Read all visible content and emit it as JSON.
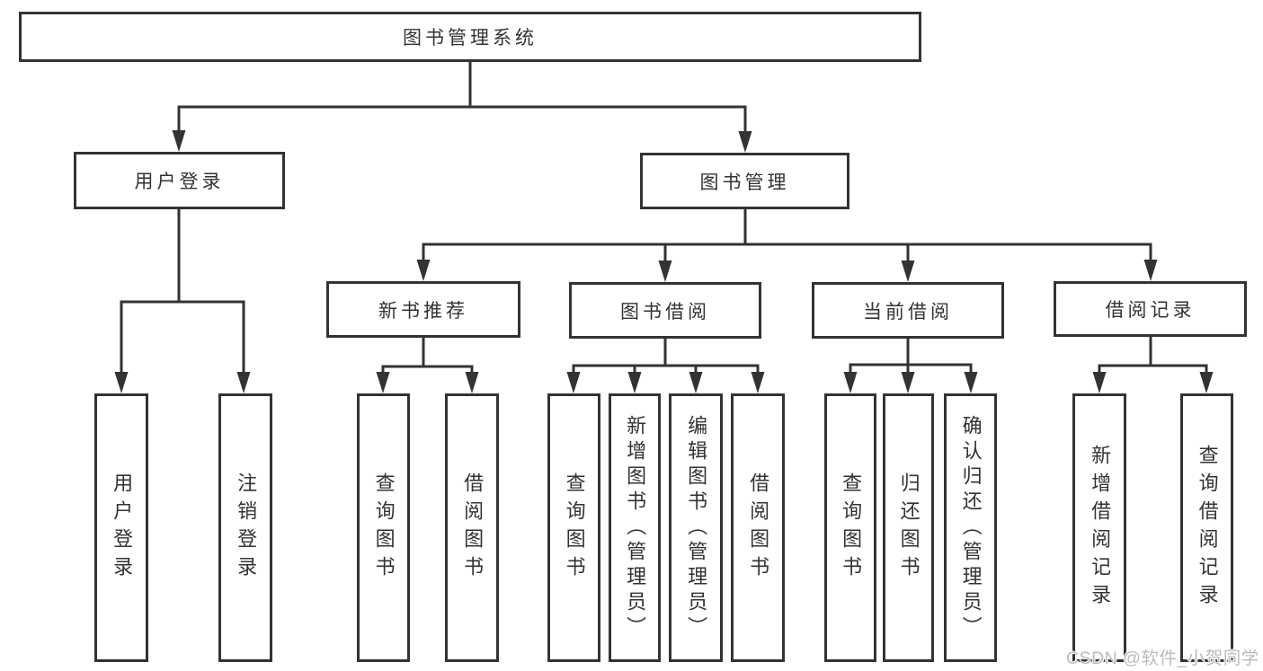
{
  "diagram_type": "hierarchy-tree",
  "colors": {
    "background": "#ffffff",
    "line": "#333333",
    "node_border": "#333333",
    "node_background": "#ffffff",
    "text": "#333333",
    "watermark": "#b9bcc0"
  },
  "nodes": {
    "root": "图书管理系统",
    "user_login_branch": "用户登录",
    "book_mgmt_branch": "图书管理",
    "new_books": "新书推荐",
    "book_borrow": "图书借阅",
    "current_borrow": "当前借阅",
    "borrow_records": "借阅记录",
    "leaf_user_login": "用户登录",
    "leaf_logout": "注销登录",
    "leaf_newbooks_query": "查询图书",
    "leaf_newbooks_borrow": "借阅图书",
    "leaf_borrow_query": "查询图书",
    "leaf_borrow_add": "新增图书（管理员）",
    "leaf_borrow_edit": "编辑图书（管理员）",
    "leaf_borrow_borrow": "借阅图书",
    "leaf_current_query": "查询图书",
    "leaf_current_return": "归还图书",
    "leaf_current_confirm": "确认归还（管理员）",
    "leaf_records_add": "新增借阅记录",
    "leaf_records_query": "查询借阅记录"
  },
  "watermark": "CSDN @软件_小贺同学"
}
